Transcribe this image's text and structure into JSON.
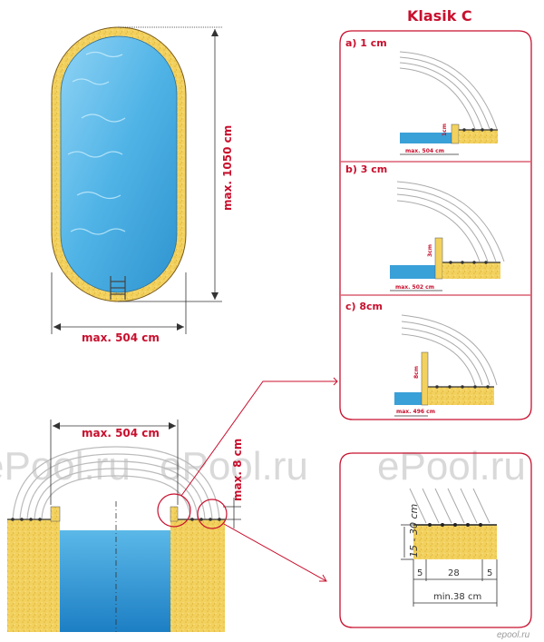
{
  "title": "Klasik  C",
  "watermark": "ePool.ru",
  "logo": "epool.ru",
  "top_view": {
    "width_label": "max. 504 cm",
    "length_label": "max. 1050 cm"
  },
  "cross_section": {
    "width_label": "max. 504 cm",
    "height_label": "max. 8 cm"
  },
  "panels": [
    {
      "label": "a) 1 cm",
      "height_tag": "1cm",
      "width_label": "max. 504 cm"
    },
    {
      "label": "b) 3 cm",
      "height_tag": "3cm",
      "width_label": "max. 502 cm"
    },
    {
      "label": "c) 8cm",
      "height_tag": "8cm",
      "width_label": "max. 496 cm"
    }
  ],
  "detail": {
    "height_label": "15 - 30 cm",
    "seg_left": "5",
    "seg_mid": "28",
    "seg_right": "5",
    "total_label": "min.38 cm"
  },
  "colors": {
    "accent": "#c8102e",
    "water": "#3aa0d8",
    "sand": "#f0cf5a"
  }
}
